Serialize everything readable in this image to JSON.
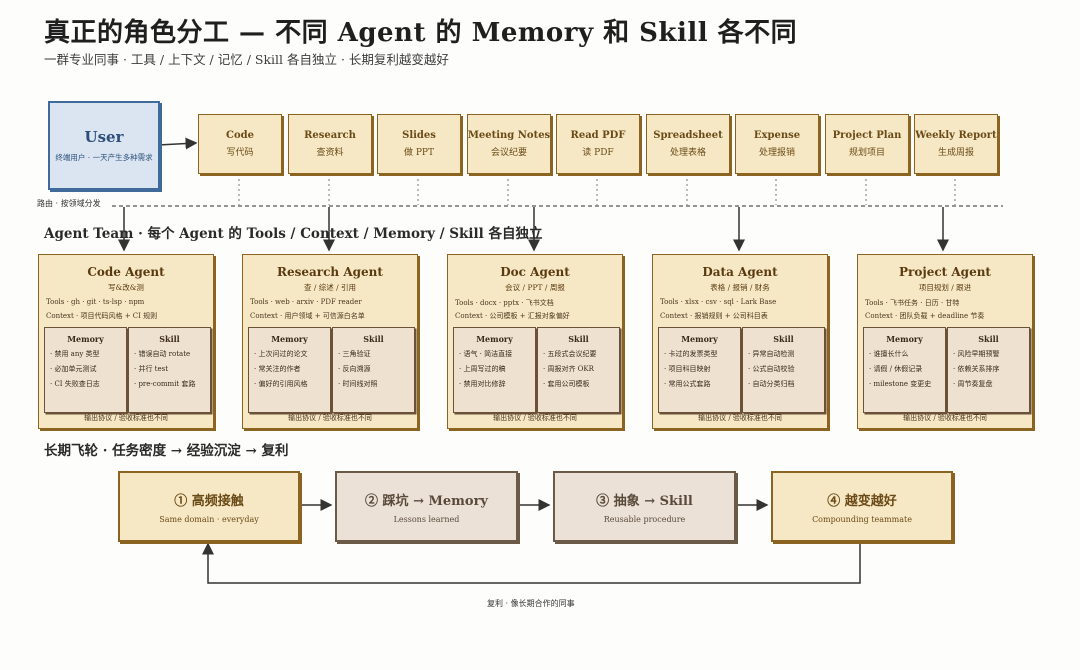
{
  "header": {
    "title": "真正的角色分工 — 不同 Agent 的 Memory 和 Skill 各不同",
    "subtitle": "一群专业同事 · 工具 / 上下文 / 记忆 / Skill 各自独立 · 长期复利越变越好"
  },
  "user": {
    "title": "User",
    "subtitle": "终端用户 · 一天产生多种需求"
  },
  "tasks": [
    {
      "title": "Code",
      "subtitle": "写代码"
    },
    {
      "title": "Research",
      "subtitle": "查资料"
    },
    {
      "title": "Slides",
      "subtitle": "做 PPT"
    },
    {
      "title": "Meeting Notes",
      "subtitle": "会议纪要"
    },
    {
      "title": "Read PDF",
      "subtitle": "读 PDF"
    },
    {
      "title": "Spreadsheet",
      "subtitle": "处理表格"
    },
    {
      "title": "Expense",
      "subtitle": "处理报销"
    },
    {
      "title": "Project Plan",
      "subtitle": "规划项目"
    },
    {
      "title": "Weekly Report",
      "subtitle": "生成周报"
    }
  ],
  "routing_label": "路由 · 按领域分发",
  "team_heading": "Agent Team · 每个 Agent 的 Tools / Context / Memory / Skill 各自独立",
  "memory_label": "Memory",
  "skill_label": "Skill",
  "agents": [
    {
      "name": "Code Agent",
      "subtitle": "写&改&测",
      "tools": "Tools · gh · git · ts-lsp · npm",
      "context": "Context · 项目代码风格 + CI 规则",
      "memory": [
        "· 禁用 any 类型",
        "· 必加单元测试",
        "· CI 失败查日志"
      ],
      "skill": [
        "· 错误自动 rotate",
        "· 并行 test",
        "· pre-commit 套路"
      ],
      "footer": "输出协议 / 验收标准也不同"
    },
    {
      "name": "Research Agent",
      "subtitle": "查 / 综述 / 引用",
      "tools": "Tools · web · arxiv · PDF reader",
      "context": "Context · 用户领域 + 可信源白名单",
      "memory": [
        "· 上次问过的论文",
        "· 常关注的作者",
        "· 偏好的引用风格"
      ],
      "skill": [
        "· 三角验证",
        "· 反向溯源",
        "· 时间线对照"
      ],
      "footer": "输出协议 / 验收标准也不同"
    },
    {
      "name": "Doc Agent",
      "subtitle": "会议 / PPT / 周报",
      "tools": "Tools · docx · pptx · 飞书文档",
      "context": "Context · 公司模板 + 汇报对象偏好",
      "memory": [
        "· 语气 · 简洁直接",
        "· 上周写过的稿",
        "· 禁用对比修辞"
      ],
      "skill": [
        "· 五段式会议纪要",
        "· 周报对齐 OKR",
        "· 套用公司模板"
      ],
      "footer": "输出协议 / 验收标准也不同"
    },
    {
      "name": "Data Agent",
      "subtitle": "表格 / 报销 / 财务",
      "tools": "Tools · xlsx · csv · sql · Lark Base",
      "context": "Context · 报销规则 + 公司科目表",
      "memory": [
        "· 卡过的发票类型",
        "· 项目科目映射",
        "· 常用公式套路"
      ],
      "skill": [
        "· 异常自动检测",
        "· 公式自动校验",
        "· 自动分类归档"
      ],
      "footer": "输出协议 / 验收标准也不同"
    },
    {
      "name": "Project Agent",
      "subtitle": "项目规划 / 跟进",
      "tools": "Tools · 飞书任务 · 日历 · 甘特",
      "context": "Context · 团队负载 + deadline 节奏",
      "memory": [
        "· 谁擅长什么",
        "· 请假 / 休假记录",
        "· milestone 变更史"
      ],
      "skill": [
        "· 风险早期预警",
        "· 依赖关系排序",
        "· 周节奏复盘"
      ],
      "footer": "输出协议 / 验收标准也不同"
    }
  ],
  "flywheel": {
    "heading": "长期飞轮 · 任务密度 → 经验沉淀 → 复利",
    "steps": [
      {
        "title": "① 高频接触",
        "subtitle": "Same domain · everyday"
      },
      {
        "title": "② 踩坑 → Memory",
        "subtitle": "Lessons learned"
      },
      {
        "title": "③ 抽象 → Skill",
        "subtitle": "Reusable procedure"
      },
      {
        "title": "④ 越变越好",
        "subtitle": "Compounding teammate"
      }
    ],
    "loop_label": "复利 · 像长期合作的同事"
  },
  "colors": {
    "gold_fill": "#f6e8c4",
    "gold_border": "#8a6420",
    "user_fill": "#dbe5f2",
    "user_border": "#3f6a99",
    "grey_fill": "#ebe1d7"
  }
}
